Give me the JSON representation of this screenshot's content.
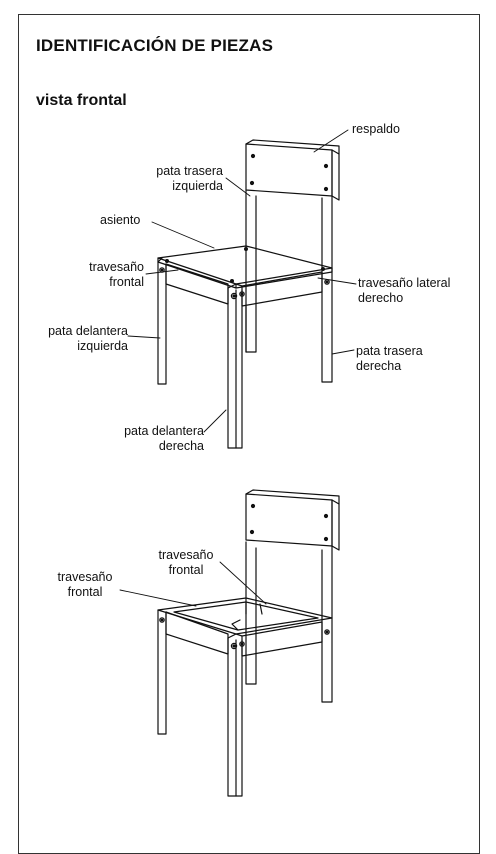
{
  "page": {
    "title": "IDENTIFICACIÓN DE PIEZAS",
    "subtitle": "vista frontal"
  },
  "labels": {
    "respaldo": "respaldo",
    "pata_trasera_izquierda": [
      "pata trasera",
      "izquierda"
    ],
    "asiento": "asiento",
    "travesano_frontal": [
      "travesaño",
      "frontal"
    ],
    "travesano_lateral_derecho": [
      "travesaño lateral",
      "derecho"
    ],
    "pata_delantera_izquierda": [
      "pata delantera",
      "izquierda"
    ],
    "pata_trasera_derecha": [
      "pata trasera",
      "derecha"
    ],
    "pata_delantera_derecha": [
      "pata delantera",
      "derecha"
    ]
  },
  "labels_bottom": {
    "travesano_frontal_center": [
      "travesaño",
      "frontal"
    ],
    "travesano_frontal_left": [
      "travesaño",
      "frontal"
    ]
  }
}
